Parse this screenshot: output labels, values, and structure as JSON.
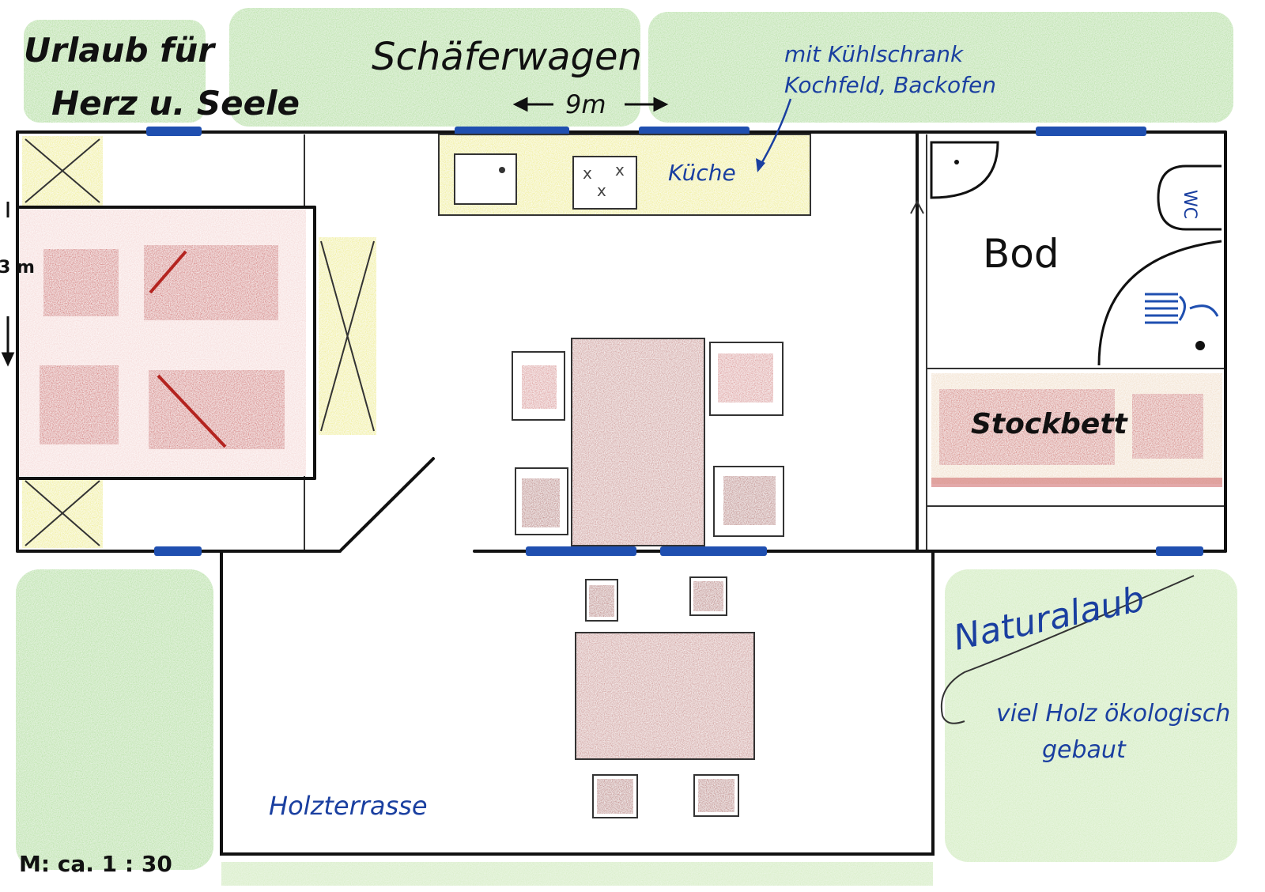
{
  "title_left_line1": "Urlaub für",
  "title_left_line2": "Herz u. Seele",
  "title_main": "Schäferwagen",
  "dimension_length": "9m",
  "dimension_width": "3 m",
  "note_kitchen_line1": "mit Kühlschrank",
  "note_kitchen_line2": "Kochfeld, Backofen",
  "label_kitchen": "Küche",
  "label_bath": "Bod",
  "label_wc": "WC",
  "label_bunkbed": "Stockbett",
  "label_terrace": "Holzterrasse",
  "note_nature_line1": "Naturalaub",
  "note_nature_line2": "viel Holz ökologisch",
  "note_nature_line3": "gebaut",
  "scale": "M: ca. 1 : 30",
  "colors": {
    "grass": "#8fd36a",
    "cabinet_yellow": "#ecea5a",
    "furniture_red": "#c9302c",
    "furniture_brown": "#a8443c",
    "window_blue": "#1f4fb0",
    "ink_blue": "#1a3fa0",
    "ink_black": "#111111"
  }
}
